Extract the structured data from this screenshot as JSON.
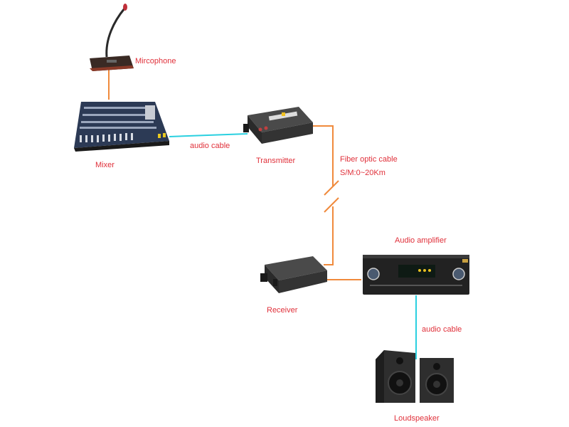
{
  "diagram": {
    "type": "audio-over-fiber connection diagram",
    "nodes": {
      "microphone": {
        "label": "Mircophone",
        "icon": "microphone-icon"
      },
      "mixer": {
        "label": "Mixer",
        "icon": "mixer-icon"
      },
      "transmitter": {
        "label": "Transmitter",
        "icon": "fiber-transmitter-icon"
      },
      "receiver": {
        "label": "Receiver",
        "icon": "fiber-receiver-icon"
      },
      "amplifier": {
        "label": "Audio amplifier",
        "icon": "amplifier-icon"
      },
      "loudspeaker": {
        "label": "Loudspeaker",
        "icon": "loudspeaker-icon"
      }
    },
    "edges": {
      "mic_to_mixer": {
        "from": "microphone",
        "to": "mixer",
        "label": ""
      },
      "mixer_to_tx": {
        "from": "mixer",
        "to": "transmitter",
        "label": "audio cable"
      },
      "fiber": {
        "from": "transmitter",
        "to": "receiver",
        "label": "Fiber optic cable",
        "sublabel": "S/M:0~20Km"
      },
      "rx_to_amp": {
        "from": "receiver",
        "to": "amplifier",
        "label": ""
      },
      "amp_to_speaker": {
        "from": "amplifier",
        "to": "loudspeaker",
        "label": "audio cable"
      }
    },
    "colors": {
      "label": "#e0303a",
      "audio_cable": "#2ad0e0",
      "fiber_cable": "#f08a3c",
      "device_dark": "#2a2a2a"
    }
  }
}
